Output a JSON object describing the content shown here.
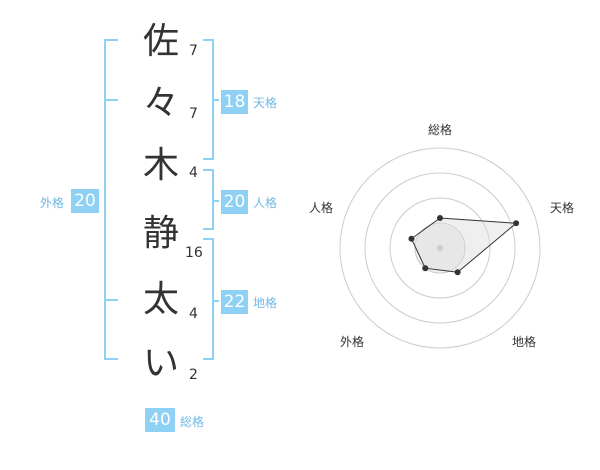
{
  "colors": {
    "accent": "#8fd0f5",
    "label": "#70b8e6",
    "text": "#333333"
  },
  "name": {
    "characters": [
      "佐",
      "々",
      "木",
      "静",
      "太",
      "い"
    ],
    "strokes": [
      "7",
      "7",
      "4",
      "16",
      "4",
      "2"
    ]
  },
  "fortune": {
    "tenkaku": {
      "value": "18",
      "label": "天格"
    },
    "jinkaku": {
      "value": "20",
      "label": "人格"
    },
    "chikaku": {
      "value": "22",
      "label": "地格"
    },
    "gaikaku": {
      "value": "20",
      "label": "外格"
    },
    "soukaku": {
      "value": "40",
      "label": "総格"
    }
  },
  "radar": {
    "axes": [
      "総格",
      "天格",
      "地格",
      "外格",
      "人格"
    ],
    "values": [
      0.3,
      0.8,
      0.3,
      0.25,
      0.3
    ],
    "rings": 4
  }
}
